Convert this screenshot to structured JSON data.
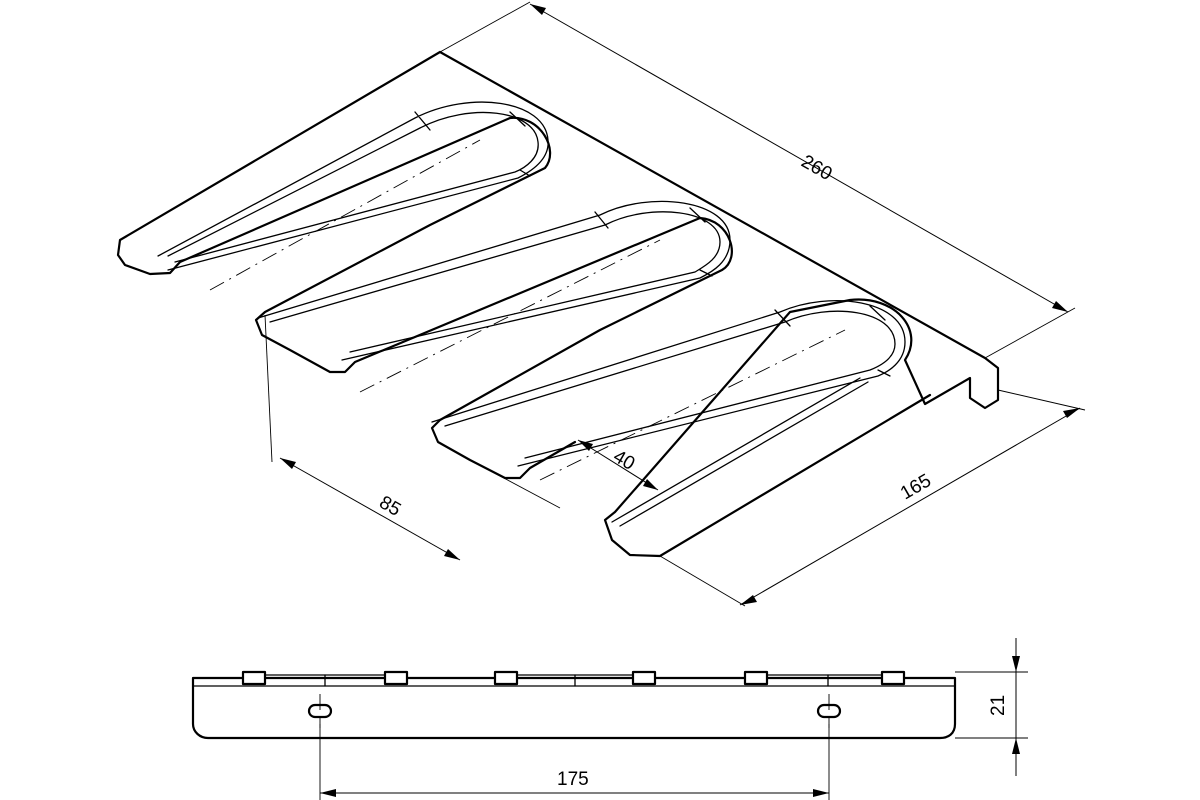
{
  "dimensions": {
    "width_total": "260",
    "depth_slot": "85",
    "slot_gap": "40",
    "depth_total": "165",
    "height": "21",
    "hole_spacing": "175"
  }
}
